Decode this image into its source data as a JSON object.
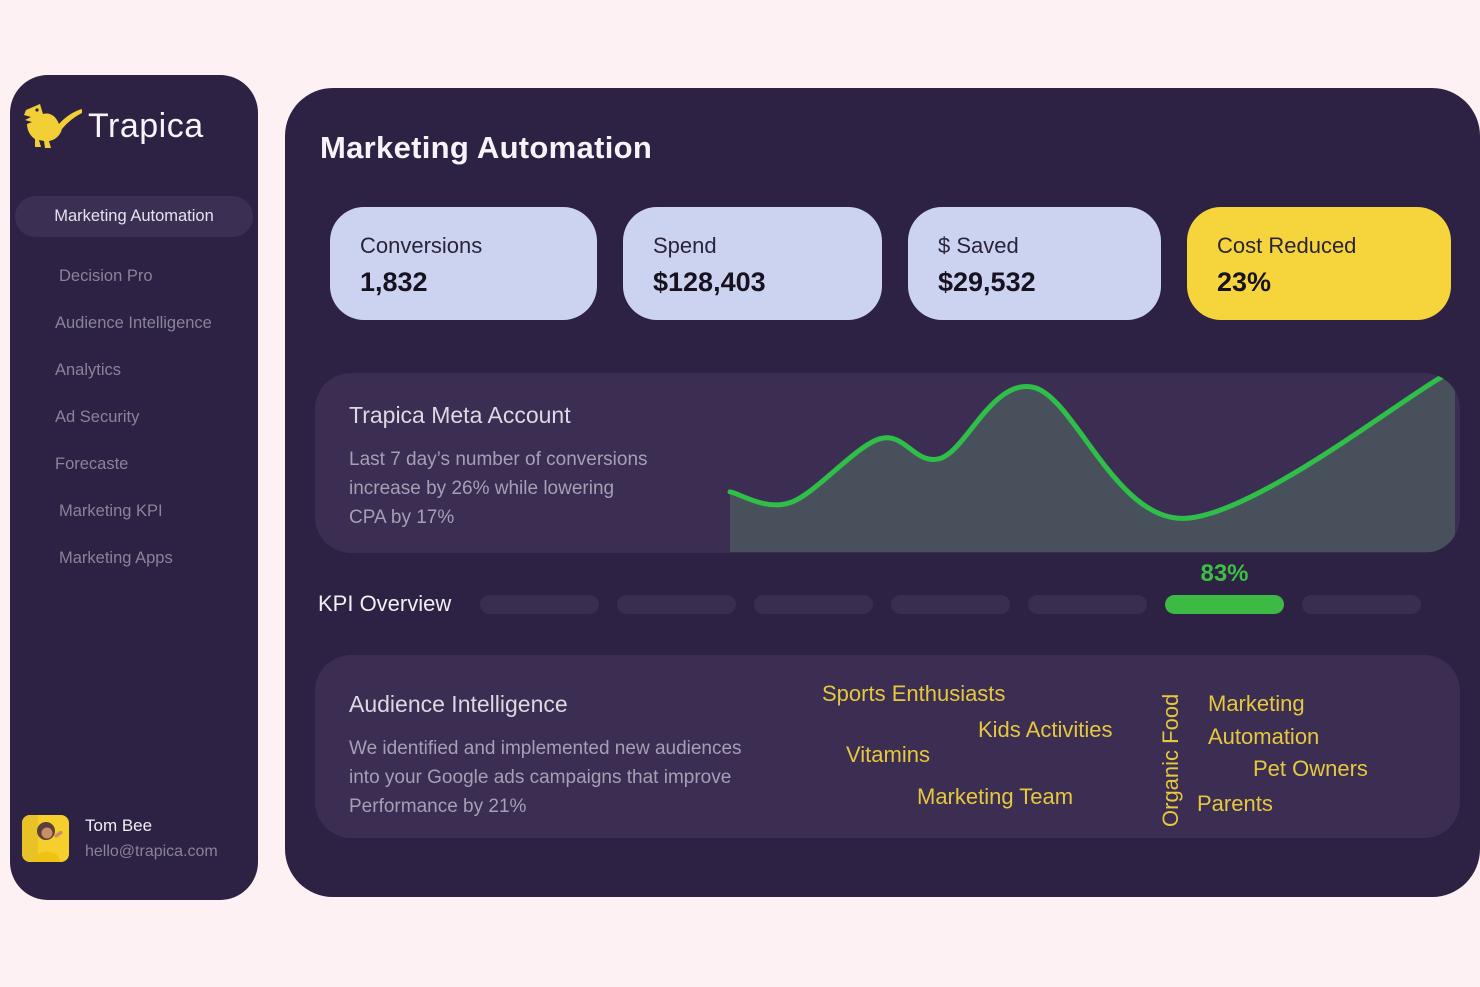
{
  "page": {
    "background": "#fdf1f3",
    "panel_color": "#2d2243",
    "card_color": "#3c2d52"
  },
  "sidebar": {
    "logo": {
      "brand": "Trapica",
      "icon": "dinosaur-icon",
      "icon_color": "#f2cf35"
    },
    "active_item": {
      "label": "Marketing Automation"
    },
    "items": [
      {
        "label": "Decision Pro"
      },
      {
        "label": "Audience Intelligence"
      },
      {
        "label": "Analytics"
      },
      {
        "label": "Ad Security"
      },
      {
        "label": "Forecaste"
      },
      {
        "label": "Marketing KPI"
      },
      {
        "label": "Marketing Apps"
      }
    ],
    "user": {
      "name": "Tom Bee",
      "email": "hello@trapica.com"
    }
  },
  "header": {
    "title": "Marketing Automation"
  },
  "stats": [
    {
      "label": "Conversions",
      "value": "1,832",
      "variant": "lavender"
    },
    {
      "label": "Spend",
      "value": "$128,403",
      "variant": "lavender"
    },
    {
      "label": "$ Saved",
      "value": "$29,532",
      "variant": "lavender"
    },
    {
      "label": "Cost Reduced",
      "value": "23%",
      "variant": "yellow"
    }
  ],
  "meta_account": {
    "title": "Trapica Meta Account",
    "description_lines": [
      "Last 7 day’s number of  conversions",
      "increase by 26% while lowering",
      "CPA  by 17%"
    ]
  },
  "chart_data": {
    "type": "area",
    "title": "Trapica Meta Account",
    "x": [
      1,
      2,
      3,
      4,
      5,
      6,
      7
    ],
    "x_frac": [
      0,
      0.085,
      0.21,
      0.295,
      0.425,
      0.635,
      1.0
    ],
    "values": [
      34,
      28,
      64,
      53,
      93,
      19,
      100
    ],
    "ylim": [
      0,
      100
    ],
    "xlabel": "",
    "ylabel": "",
    "grid": false,
    "axes_visible": false,
    "legend": "none",
    "line_color": "#2fbf49",
    "fill_color": "#47505b"
  },
  "kpi": {
    "label": "KPI Overview",
    "value_label": "83%",
    "segments": 7,
    "active_index": 5,
    "active_color": "#3cba43",
    "inactive_color": "#3a2d50"
  },
  "audience": {
    "title": "Audience Intelligence",
    "description_lines": [
      "We identified and  implemented new audiences",
      "into your Google ads campaigns that improve",
      "Performance by 21%"
    ],
    "tag_color": "#e5c83e",
    "tags": [
      {
        "label": "Sports Enthusiasts"
      },
      {
        "label": "Kids Activities"
      },
      {
        "label": "Vitamins"
      },
      {
        "label": "Marketing Team"
      },
      {
        "label": "Organic Food",
        "orientation": "vertical"
      },
      {
        "label": "Marketing Automation"
      },
      {
        "label": "Pet Owners"
      },
      {
        "label": "Parents"
      }
    ]
  }
}
